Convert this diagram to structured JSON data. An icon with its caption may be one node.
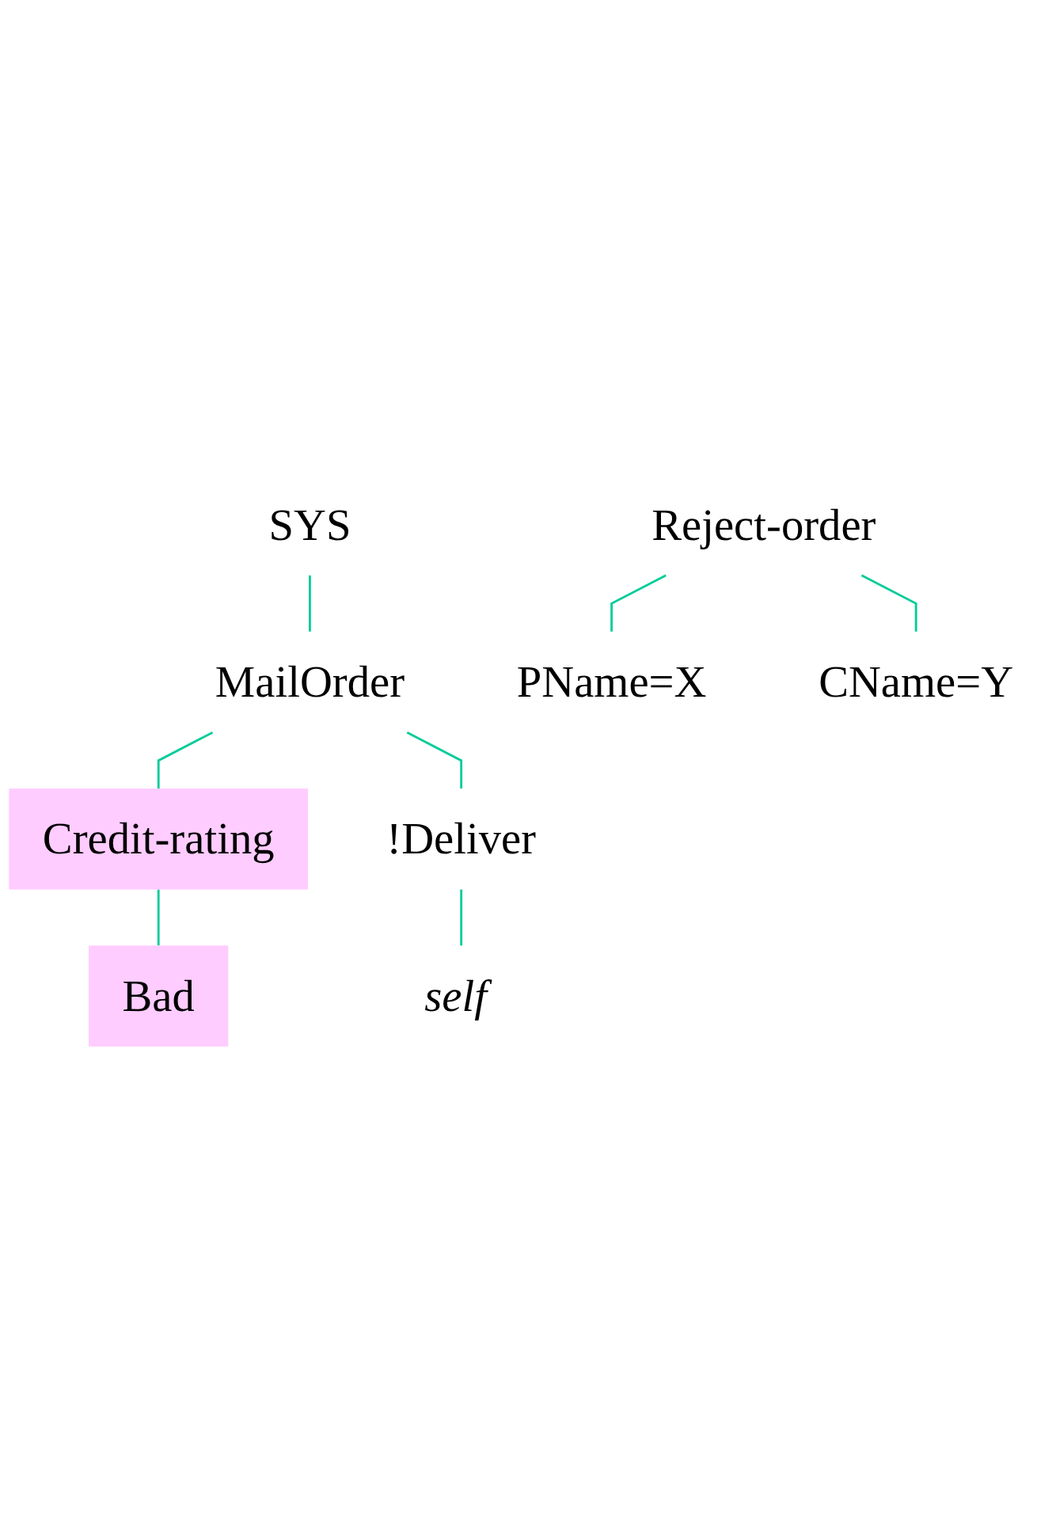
{
  "diagram": {
    "nodes": [
      {
        "text": [
          "SYS"
        ]
      },
      {
        "text": [
          "MailOrder"
        ]
      },
      {
        "text": [
          "Credit-rating"
        ]
      },
      {
        "text": [
          "!Deliver"
        ]
      },
      {
        "text": [
          "Bad"
        ]
      },
      {
        "text": [
          "self"
        ]
      },
      {
        "text": [
          "Reject-order"
        ]
      },
      {
        "text": [
          "PName=X"
        ]
      },
      {
        "text": [
          "CName=Y"
        ]
      }
    ],
    "edges": [
      {
        "from": 0,
        "to": 1,
        "arrow": "none"
      },
      {
        "from": 1,
        "to": 2,
        "arrow": "none"
      },
      {
        "from": 1,
        "to": 3,
        "arrow": "none"
      },
      {
        "from": 2,
        "to": 4,
        "arrow": "none"
      },
      {
        "from": 3,
        "to": 5,
        "arrow": "none"
      },
      {
        "from": 6,
        "to": 7,
        "arrow": "none"
      },
      {
        "from": 6,
        "to": 8,
        "arrow": "none"
      }
    ]
  }
}
